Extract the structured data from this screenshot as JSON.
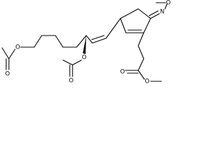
{
  "molecule": {
    "atom_labels": {
      "oxime_n": "N",
      "oxime_o": "O",
      "ester_o1": "O",
      "ester_o2": "O",
      "acetate1_o_ether": "O",
      "acetate1_o_carbonyl": "O",
      "acetate2_o_ether": "O",
      "acetate2_o_carbonyl": "O"
    },
    "colors": {
      "bonds": "#000000",
      "labels": "#000000",
      "background": "#ffffff"
    }
  }
}
